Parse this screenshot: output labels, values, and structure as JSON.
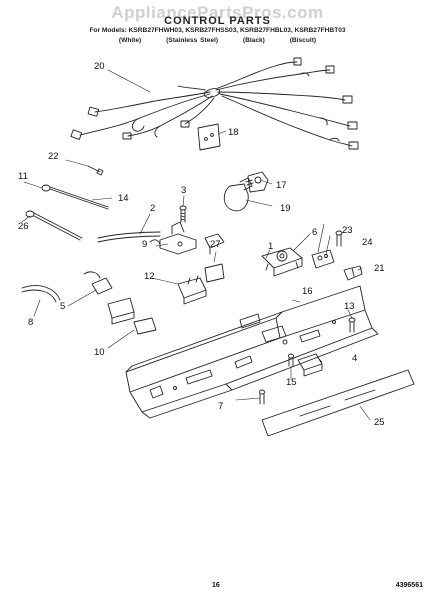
{
  "header": {
    "watermark": "AppliancePartsPros.com",
    "title": "CONTROL PARTS",
    "models_line": "For Models: KSRB27FHWH03, KSRB27FHSS03, KSRB27FHBL03, KSRB27FHBT03",
    "variants": [
      "(White)",
      "(Stainless Steel)",
      "(Black)",
      "(Biscuit)"
    ]
  },
  "callouts": [
    "20",
    "18",
    "22",
    "11",
    "14",
    "3",
    "2",
    "17",
    "19",
    "26",
    "9",
    "27",
    "6",
    "23",
    "24",
    "12",
    "1",
    "21",
    "5",
    "16",
    "13",
    "8",
    "10",
    "4",
    "15",
    "7",
    "25"
  ],
  "footer": {
    "page_number": "16",
    "doc_number": "4396561"
  }
}
